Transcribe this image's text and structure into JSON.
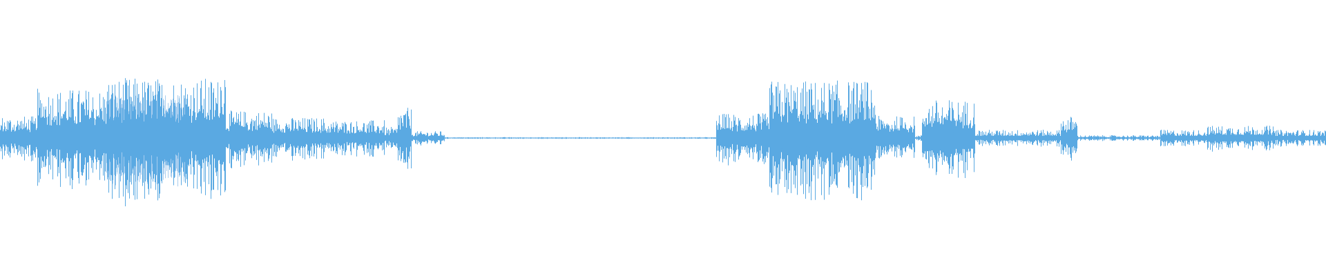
{
  "waveform": {
    "color": "#5aa9e2",
    "highlight_color": "#a8cdef",
    "background": "#ffffff",
    "segments": [
      {
        "start": 0.0,
        "end": 0.028,
        "level": 0.16
      },
      {
        "start": 0.028,
        "end": 0.08,
        "level": 0.36
      },
      {
        "start": 0.08,
        "end": 0.165,
        "level": 0.44
      },
      {
        "start": 0.165,
        "end": 0.17,
        "level": 0.58
      },
      {
        "start": 0.17,
        "end": 0.205,
        "level": 0.2
      },
      {
        "start": 0.205,
        "end": 0.245,
        "level": 0.15
      },
      {
        "start": 0.245,
        "end": 0.29,
        "level": 0.13
      },
      {
        "start": 0.29,
        "end": 0.3,
        "level": 0.08
      },
      {
        "start": 0.3,
        "end": 0.31,
        "level": 0.22
      },
      {
        "start": 0.31,
        "end": 0.335,
        "level": 0.05
      },
      {
        "start": 0.335,
        "end": 0.54,
        "level": 0.006
      },
      {
        "start": 0.54,
        "end": 0.58,
        "level": 0.18
      },
      {
        "start": 0.58,
        "end": 0.66,
        "level": 0.42
      },
      {
        "start": 0.66,
        "end": 0.69,
        "level": 0.16
      },
      {
        "start": 0.69,
        "end": 0.695,
        "level": 0.02
      },
      {
        "start": 0.695,
        "end": 0.735,
        "level": 0.28
      },
      {
        "start": 0.735,
        "end": 0.8,
        "level": 0.06
      },
      {
        "start": 0.8,
        "end": 0.812,
        "level": 0.16
      },
      {
        "start": 0.812,
        "end": 0.875,
        "level": 0.02
      },
      {
        "start": 0.875,
        "end": 0.91,
        "level": 0.06
      },
      {
        "start": 0.91,
        "end": 0.96,
        "level": 0.09
      },
      {
        "start": 0.96,
        "end": 1.0,
        "level": 0.06
      }
    ],
    "highlight_region": {
      "start": 0.08,
      "end": 0.14,
      "level": 0.32
    }
  }
}
